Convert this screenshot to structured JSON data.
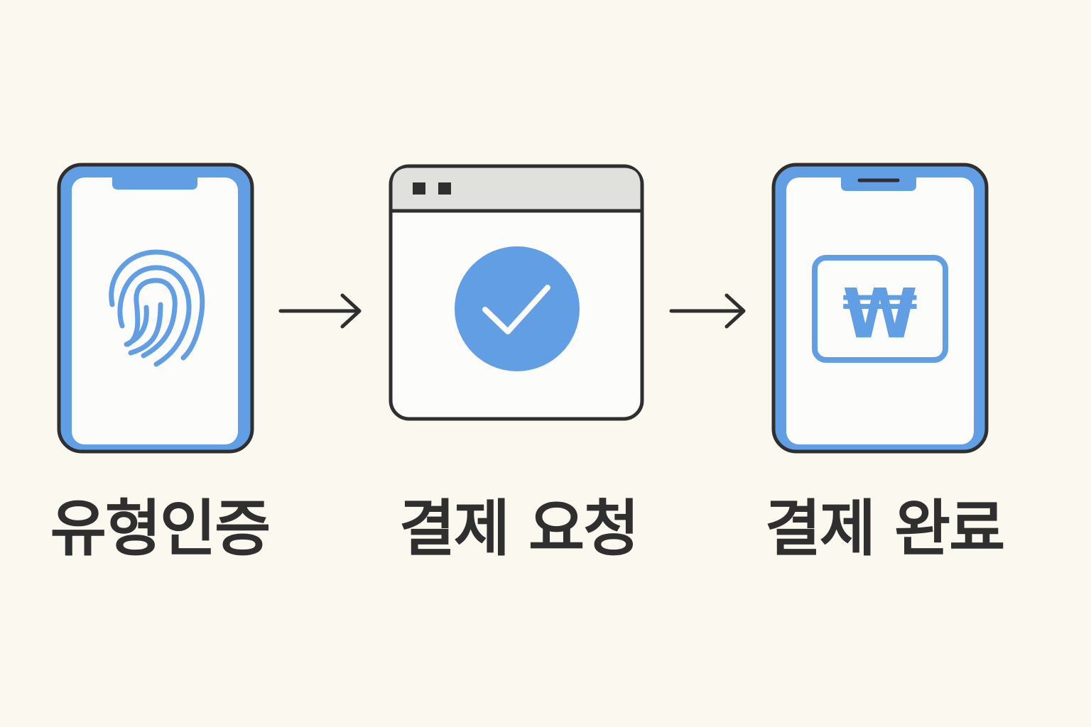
{
  "colors": {
    "background": "#fbf8ef",
    "accent": "#629ee4",
    "outline": "#2f2f2f",
    "screen": "#fcfcfa",
    "titlebar": "#e0e0dc"
  },
  "steps": [
    {
      "label": "유형인증",
      "icon": "fingerprint-icon"
    },
    {
      "label": "결제 요청",
      "icon": "checkmark-circle-icon"
    },
    {
      "label": "결제 완료",
      "icon": "won-currency-icon"
    }
  ],
  "icons": {
    "currency_symbol": "₩"
  }
}
